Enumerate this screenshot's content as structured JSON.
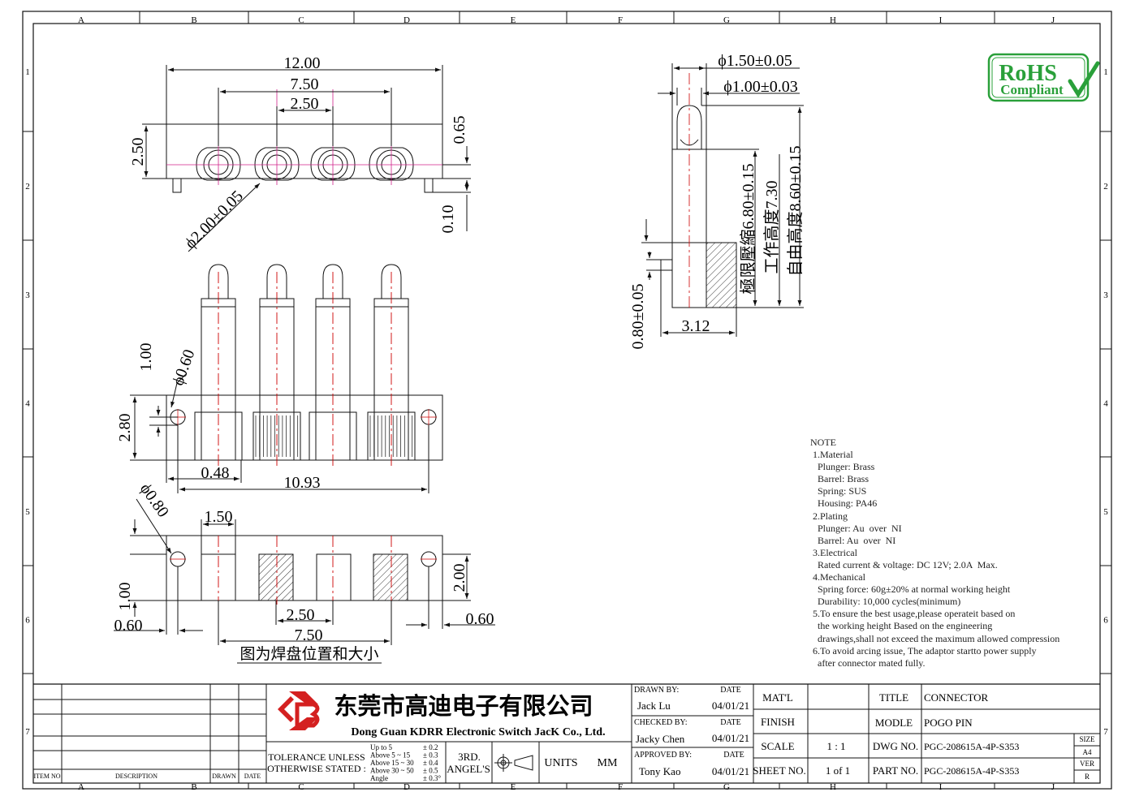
{
  "grid": {
    "columns": [
      "A",
      "B",
      "C",
      "D",
      "E",
      "F",
      "G",
      "H",
      "I",
      "J"
    ],
    "rows": [
      "1",
      "2",
      "3",
      "4",
      "5",
      "6",
      "7"
    ]
  },
  "dims": {
    "d12": "12.00",
    "d750": "7.50",
    "d250": "2.50",
    "d065": "0.65",
    "d250v": "2.50",
    "d010": "0.10",
    "phi200": "ϕ2.00±0.05",
    "d100": "1.00",
    "phi060": "ϕ0.60",
    "d280": "2.80",
    "d048": "0.48",
    "d1093": "10.93",
    "phi080": "ϕ0.80",
    "d150": "1.50",
    "d100b": "1.00",
    "d060a": "0.60",
    "d200": "2.00",
    "d060b": "0.60",
    "d250b": "2.50",
    "d750b": "7.50",
    "pad_caption": "图为焊盘位置和大小",
    "phi150": "ϕ1.50±0.05",
    "phi100": "ϕ1.00±0.03",
    "h860": "自由高度8.60±0.15",
    "h730": "工作高度7.30",
    "h680": "極限壓縮6.80±0.15",
    "d080": "0.80±0.05",
    "d312": "3.12"
  },
  "rohs": {
    "line1": "RoHS",
    "line2": "Compliant",
    "color": "#2aa03a"
  },
  "notes": [
    "NOTE",
    " 1.Material",
    "   Plunger: Brass",
    "   Barrel: Brass",
    "   Spring: SUS",
    "   Housing: PA46",
    " 2.Plating",
    "   Plunger: Au  over  NI",
    "   Barrel: Au  over  NI",
    " 3.Electrical",
    "   Rated current & voltage: DC 12V; 2.0A  Max.",
    " 4.Mechanical",
    "   Spring force: 60g±20% at normal working height",
    "   Durability: 10,000 cycles(minimum)",
    " 5.To ensure the best usage,please operateit based on",
    "   the working height Based on the engineering",
    "   drawings,shall not exceed the maximum allowed compression",
    " 6.To avoid arcing issue, The adaptor startto power supply",
    "   after connector mated fully."
  ],
  "titleblock": {
    "company_cn": "东莞市高迪电子有限公司",
    "company_en": "Dong Guan KDRR  Electronic Switch JacK Co., Ltd.",
    "logo_color": "#d42020",
    "revision_headers": {
      "item_no": "ITEM NO",
      "description": "DESCRIPTION",
      "drawn": "DRAWN",
      "date": "DATE"
    },
    "drawn_by_label": "DRAWN BY:",
    "drawn_by": "Jack  Lu",
    "checked_by_label": "CHECKED BY:",
    "checked_by": "Jacky Chen",
    "approved_by_label": "APPROVED BY:",
    "approved_by": "Tony Kao",
    "date_label": "DATE",
    "date1": "04/01/21",
    "date2": "04/01/21",
    "date3": "04/01/21",
    "tolerance_line1": "TOLERANCE UNLESS",
    "tolerance_line2": "OTHERWISE STATED :",
    "tol_ranges": [
      "Up  to  5",
      "Above 5   ~ 15",
      "Above 15 ~ 30",
      "Above 30 ~ 50",
      "Angle"
    ],
    "tol_values": [
      "± 0.2",
      "± 0.3",
      "± 0.4",
      "± 0.5",
      "± 0.3°"
    ],
    "angle_line1": "3RD.",
    "angle_line2": "ANGEL'S",
    "units_label": "UNITS",
    "units": "MM",
    "matl_label": "MAT'L",
    "matl": "",
    "finish_label": "FINISH",
    "finish": "",
    "scale_label": "SCALE",
    "scale": "1 : 1",
    "sheet_label": "SHEET NO.",
    "sheet": "1 of 1",
    "title_label": "TITLE",
    "title": "CONNECTOR",
    "modle_label": "MODLE",
    "modle": "POGO PIN",
    "dwg_label": "DWG NO.",
    "dwg": "PGC-208615A-4P-S353",
    "part_label": "PART NO.",
    "part": "PGC-208615A-4P-S353",
    "size_label": "SIZE",
    "size": "A4",
    "ver_label": "VER",
    "ver": "R"
  }
}
